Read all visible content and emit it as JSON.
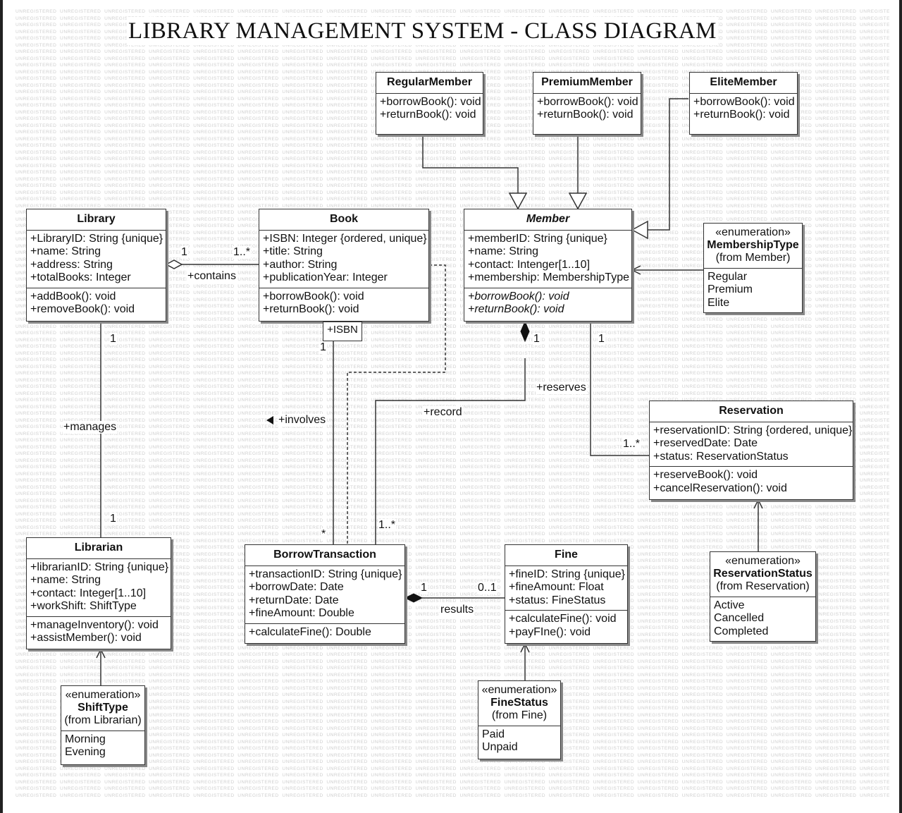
{
  "title": "LIBRARY MANAGEMENT SYSTEM - CLASS DIAGRAM",
  "watermark_text": "UNREGISTERED",
  "classes": {
    "regular_member": {
      "name": "RegularMember",
      "operations": [
        "+borrowBook(): void",
        "+returnBook(): void"
      ]
    },
    "premium_member": {
      "name": "PremiumMember",
      "operations": [
        "+borrowBook(): void",
        "+returnBook(): void"
      ]
    },
    "elite_member": {
      "name": "EliteMember",
      "operations": [
        "+borrowBook(): void",
        "+returnBook(): void"
      ]
    },
    "library": {
      "name": "Library",
      "attributes": [
        "+LibraryID: String {unique}",
        "+name: String",
        "+address: String",
        "+totalBooks: Integer"
      ],
      "operations": [
        "+addBook(): void",
        "+removeBook(): void"
      ]
    },
    "book": {
      "name": "Book",
      "attributes": [
        "+ISBN: Integer {ordered, unique}",
        "+title: String",
        "+author: String",
        "+publicationYear: Integer"
      ],
      "operations": [
        "+borrowBook(): void",
        "+returnBook(): void"
      ]
    },
    "member": {
      "name": "Member",
      "attributes": [
        "+memberID: String {unique}",
        "+name: String",
        "+contact: Intenger[1..10]",
        "+membership: MembershipType"
      ],
      "operations": [
        "+borrowBook(): void",
        "+returnBook(): void"
      ]
    },
    "reservation": {
      "name": "Reservation",
      "attributes": [
        "+reservationID: String {ordered, unique}",
        "+reservedDate: Date",
        "+status: ReservationStatus"
      ],
      "operations": [
        "+reserveBook(): void",
        "+cancelReservation(): void"
      ]
    },
    "librarian": {
      "name": "Librarian",
      "attributes": [
        "+librarianID: String {unique}",
        "+name: String",
        "+contact: Integer[1..10]",
        "+workShift: ShiftType"
      ],
      "operations": [
        "+manageInventory(): void",
        "+assistMember(): void"
      ]
    },
    "borrow_transaction": {
      "name": "BorrowTransaction",
      "attributes": [
        "+transactionID: String {unique}",
        "+borrowDate: Date",
        "+returnDate: Date",
        "+fineAmount: Double"
      ],
      "operations": [
        "+calculateFine(): Double"
      ]
    },
    "fine": {
      "name": "Fine",
      "attributes": [
        "+fineID: String {unique}",
        "+fineAmount: Float",
        "+status: FineStatus"
      ],
      "operations": [
        "+calculateFine(): void",
        "+payFIne(): void"
      ]
    }
  },
  "enums": {
    "membership_type": {
      "stereotype": "«enumeration»",
      "name": "MembershipType",
      "from": "(from Member)",
      "literals": [
        "Regular",
        "Premium",
        "Elite"
      ]
    },
    "reservation_status": {
      "stereotype": "«enumeration»",
      "name": "ReservationStatus",
      "from": "(from Reservation)",
      "literals": [
        "Active",
        "Cancelled",
        "Completed"
      ]
    },
    "shift_type": {
      "stereotype": "«enumeration»",
      "name": "ShiftType",
      "from": "(from Librarian)",
      "literals": [
        "Morning",
        "Evening"
      ]
    },
    "fine_status": {
      "stereotype": "«enumeration»",
      "name": "FineStatus",
      "from": "(from Fine)",
      "literals": [
        "Paid",
        "Unpaid"
      ]
    }
  },
  "qualifier": "+ISBN",
  "relationships": {
    "contains": {
      "label": "+contains",
      "source_mult": "1",
      "target_mult": "1..*"
    },
    "manages": {
      "label": "+manages",
      "source_mult": "1",
      "target_mult": "1"
    },
    "involves": {
      "label": "+involves",
      "source_mult": "1",
      "target_mult": "*"
    },
    "record": {
      "label": "+record",
      "source_mult": "1",
      "target_mult": "1..*"
    },
    "reserves": {
      "label": "+reserves",
      "source_mult": "1",
      "target_mult": "1..*"
    },
    "results": {
      "label": "results",
      "source_mult": "1",
      "target_mult": "0..1"
    }
  }
}
